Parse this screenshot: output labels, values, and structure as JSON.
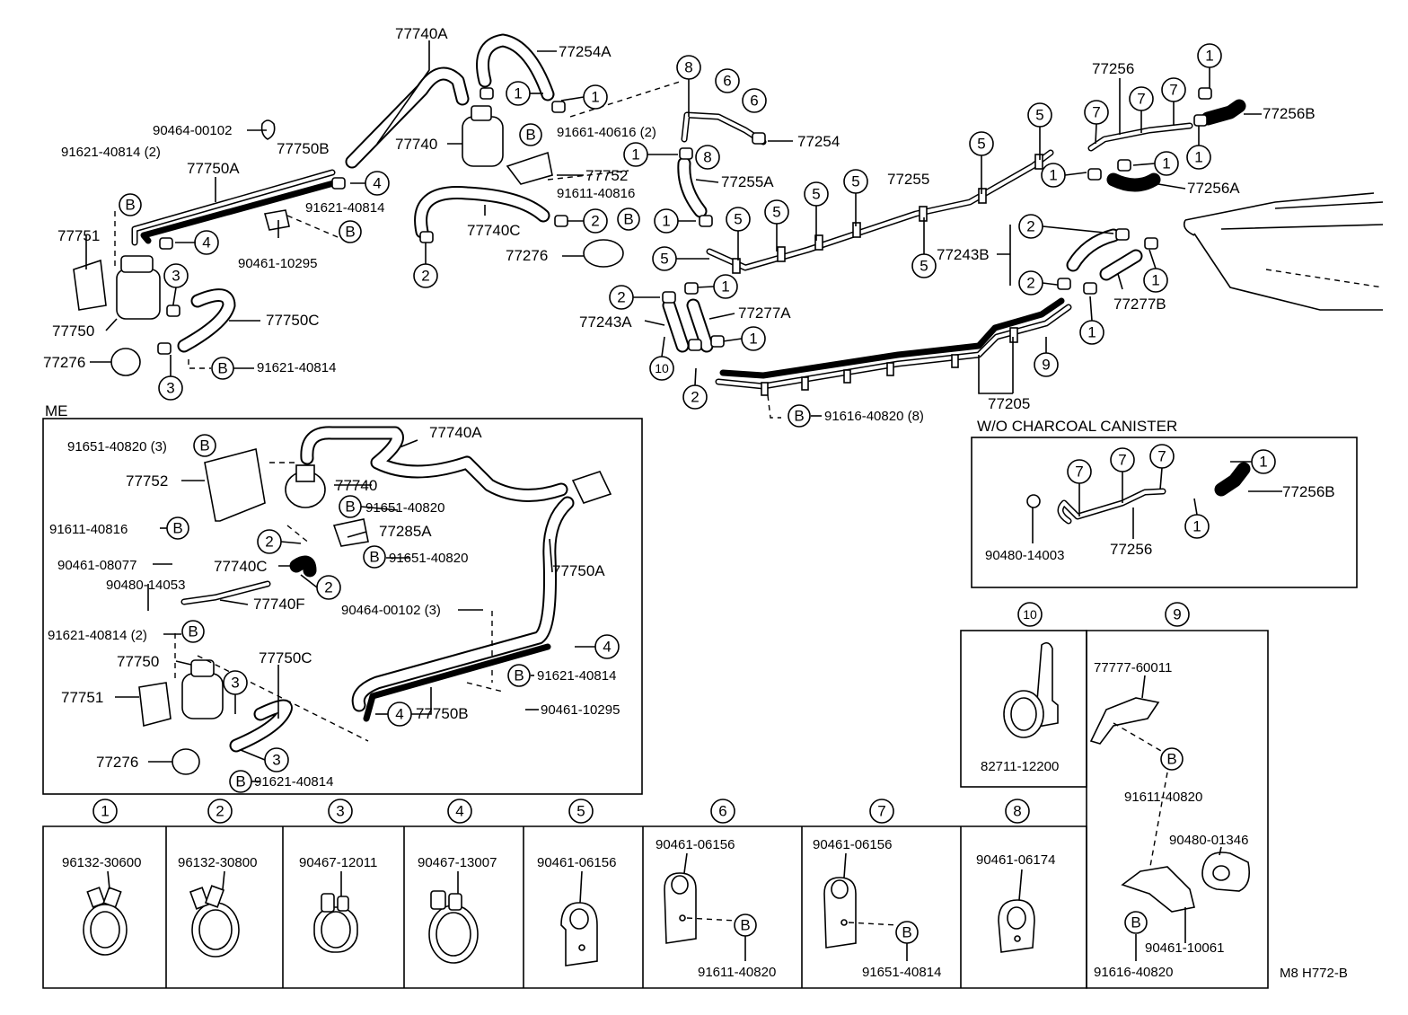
{
  "labels": {
    "l77740A": "77740A",
    "l77254A": "77254A",
    "l90464": "90464-00102",
    "l91621_2": "91621-40814 (2)",
    "l77750B": "77750B",
    "l77750A": "77750A",
    "l77740": "77740",
    "l91661": "91661-40616 (2)",
    "l77752": "77752",
    "l91611": "91611-40816",
    "l77740C": "77740C",
    "l91621": "91621-40814",
    "l90461_10295": "90461-10295",
    "l77751": "77751",
    "l77276": "77276",
    "l77750": "77750",
    "l77750C": "77750C",
    "l77276b": "77276",
    "l91621b": "91621-40814",
    "l77254": "77254",
    "l77255A": "77255A",
    "l77255": "77255",
    "l77256": "77256",
    "l77256B": "77256B",
    "l77256A": "77256A",
    "l77243B": "77243B",
    "l77277B": "77277B",
    "l77243A": "77243A",
    "l77277A": "77277A",
    "l77205": "77205",
    "l91616": "91616-40820 (8)"
  },
  "me": {
    "title": "ME",
    "l91651_3": "91651-40820 (3)",
    "l77740A": "77740A",
    "l77752": "77752",
    "l77740": "77740",
    "l91651a": "91651-40820",
    "l77285A": "77285A",
    "l91611": "91611-40816",
    "l91651b": "91651-40820",
    "l90461_08077": "90461-08077",
    "l77740C": "77740C",
    "l90480": "90480-14053",
    "l77740F": "77740F",
    "l77750A": "77750A",
    "l90464_3": "90464-00102 (3)",
    "l91621_2": "91621-40814 (2)",
    "l77750": "77750",
    "l77750C": "77750C",
    "l77751": "77751",
    "l91621": "91621-40814",
    "l90461_10295": "90461-10295",
    "l77750B": "77750B",
    "l77276": "77276",
    "l91621b": "91621-40814"
  },
  "wo": {
    "title": "W/O CHARCOAL  CANISTER",
    "l77256B": "77256B",
    "l90480": "90480-14003",
    "l77256": "77256"
  },
  "detail10": {
    "num": "10",
    "part": "82711-12200"
  },
  "detail9": {
    "num": "9",
    "p1": "77777-60011",
    "p2": "91611-40820",
    "p3": "90480-01346",
    "p4": "90461-10061",
    "p5": "91616-40820"
  },
  "clamps": [
    {
      "num": "1",
      "part": "96132-30600"
    },
    {
      "num": "2",
      "part": "96132-30800"
    },
    {
      "num": "3",
      "part": "90467-12011"
    },
    {
      "num": "4",
      "part": "90467-13007"
    },
    {
      "num": "5",
      "part": "90461-06156"
    },
    {
      "num": "6",
      "part": "90461-06156",
      "part2": "91611-40820"
    },
    {
      "num": "7",
      "part": "90461-06156",
      "part2": "91651-40814"
    },
    {
      "num": "8",
      "part": "90461-06174"
    }
  ],
  "b": "B",
  "footer": "M8  H772-B"
}
